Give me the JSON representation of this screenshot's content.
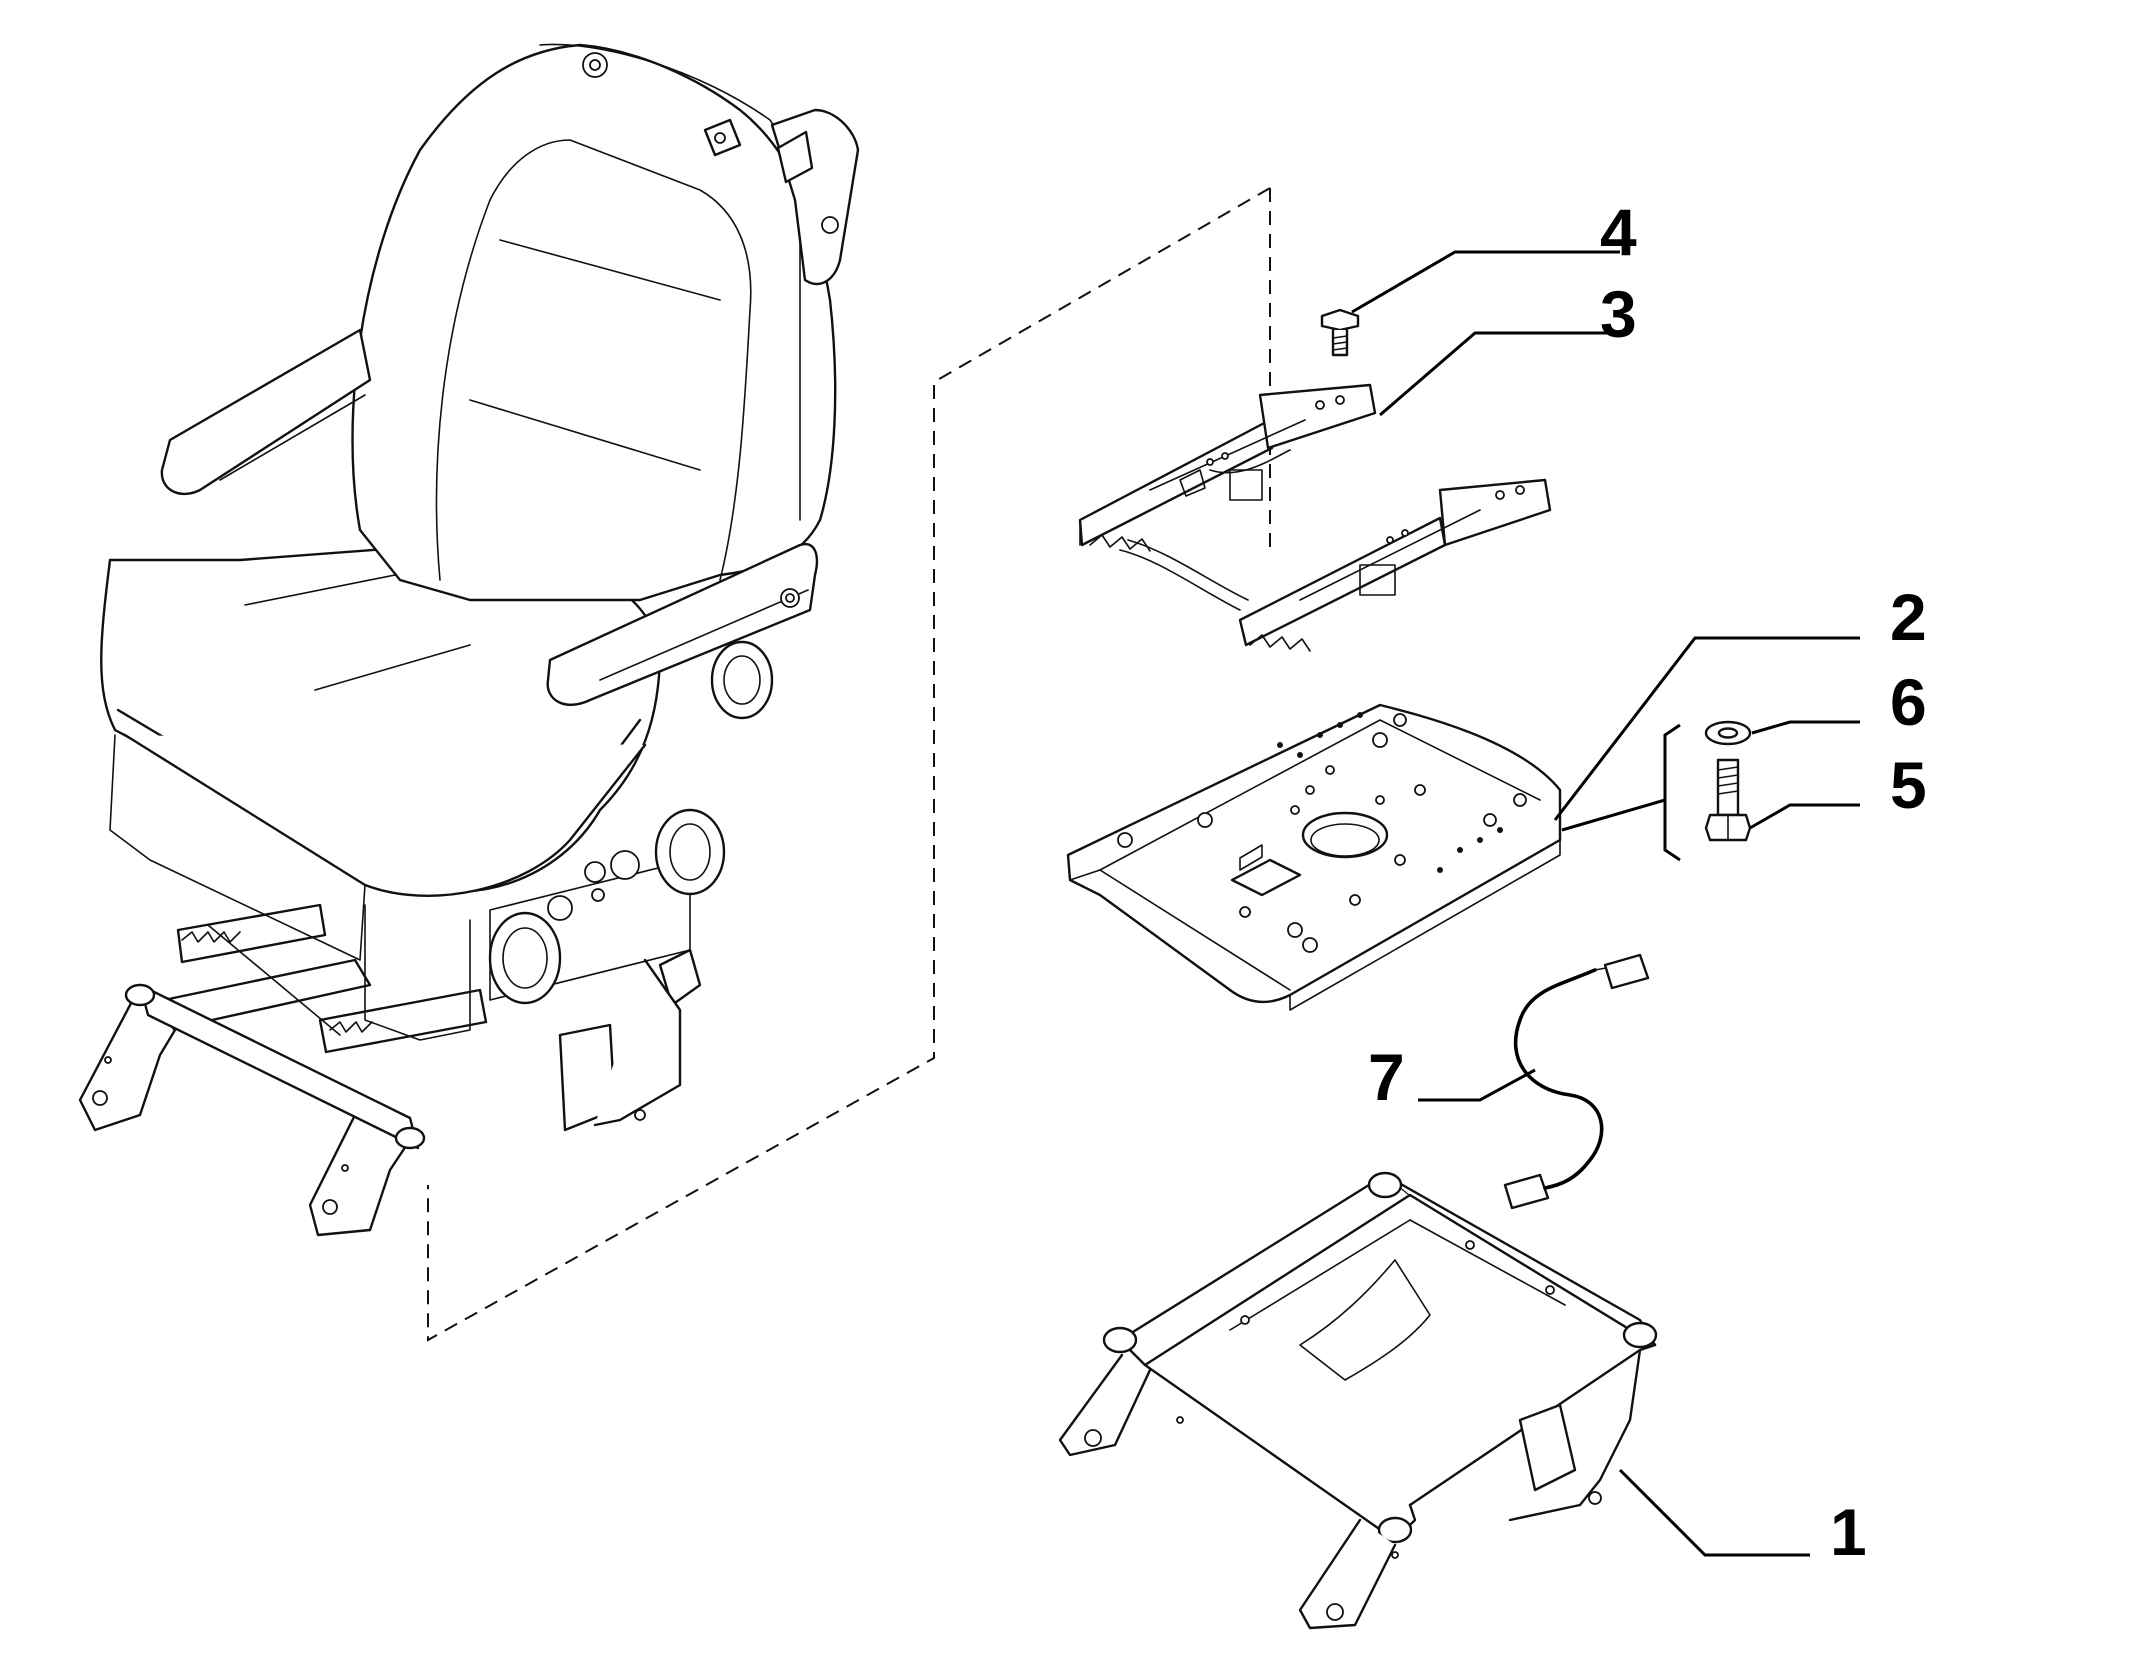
{
  "diagram": {
    "callouts": [
      {
        "id": "1",
        "label": "1"
      },
      {
        "id": "2",
        "label": "2"
      },
      {
        "id": "3",
        "label": "3"
      },
      {
        "id": "4",
        "label": "4"
      },
      {
        "id": "5",
        "label": "5"
      },
      {
        "id": "6",
        "label": "6"
      },
      {
        "id": "7",
        "label": "7"
      }
    ],
    "colors": {
      "line": "#111111",
      "background": "#ffffff"
    }
  }
}
